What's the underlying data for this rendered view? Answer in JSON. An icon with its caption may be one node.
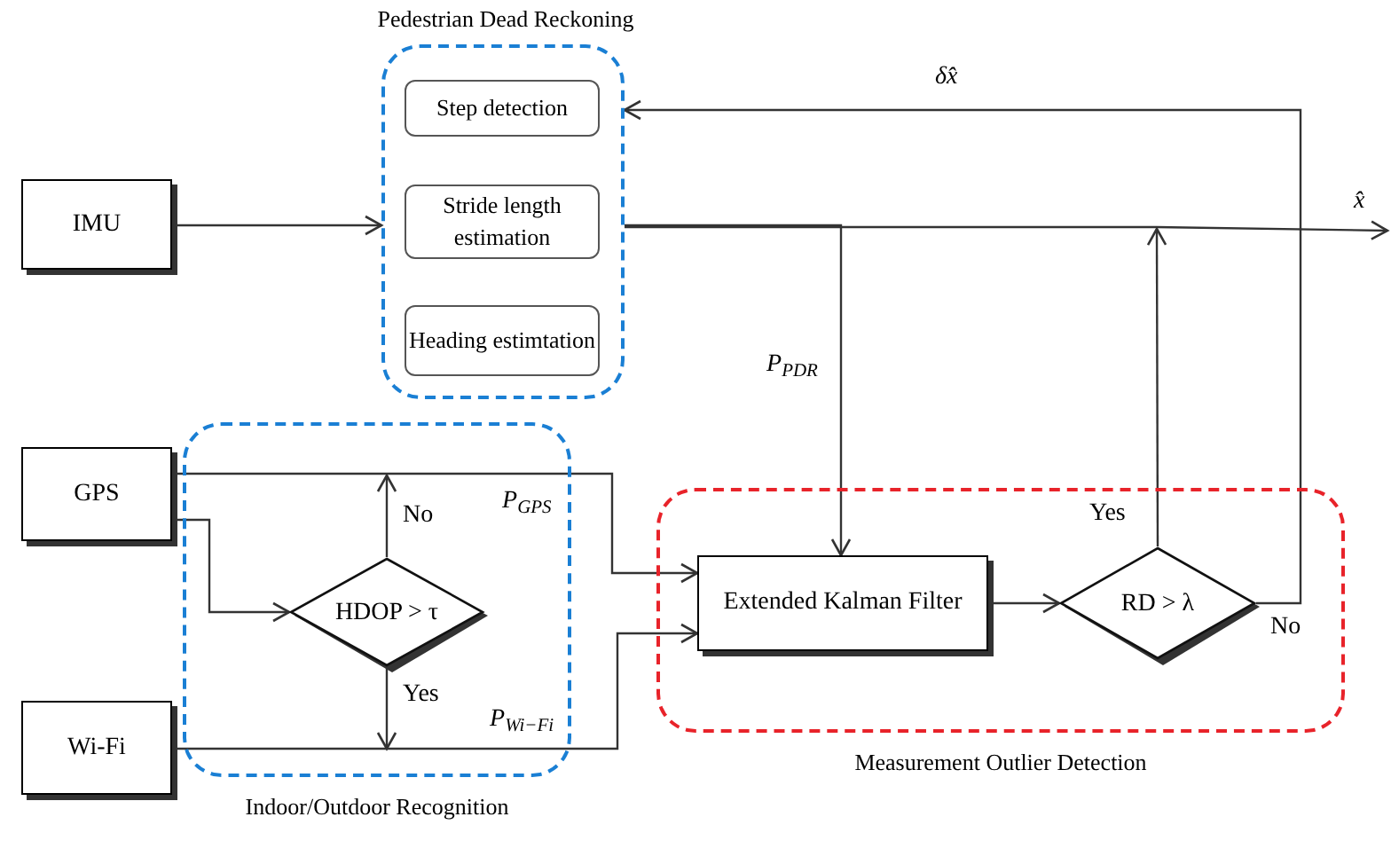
{
  "diagram": {
    "nodes": [
      {
        "text": [
          "Pedestrian Dead Reckoning"
        ]
      },
      {
        "text": [
          "Step detection"
        ],
        "in": 0
      },
      {
        "text": [
          "Stride length estimation"
        ],
        "in": 0
      },
      {
        "text": [
          "Heading estimtation"
        ],
        "in": 0
      },
      {
        "text": [
          "IMU"
        ]
      },
      {
        "text": [
          "Indoor/Outdoor Recognition"
        ]
      },
      {
        "text": [
          "GPS"
        ]
      },
      {
        "text": [
          "HDOP > τ"
        ],
        "in": 5
      },
      {
        "text": [
          "Wi-Fi"
        ]
      },
      {
        "text": [
          "Measurement Outlier Detection"
        ]
      },
      {
        "text": [
          "Extended Kalman Filter"
        ],
        "in": 9
      },
      {
        "text": [
          "RD > λ"
        ],
        "in": 9
      }
    ],
    "edges": [
      {
        "from": 4,
        "to": 0,
        "arrow": "to"
      },
      {
        "from": 0,
        "to": null,
        "arrow": "to",
        "label": "x̂"
      },
      {
        "from": 0,
        "to": 10,
        "arrow": "to",
        "label": "P$_{PDR}$"
      },
      {
        "from": 6,
        "to": 10,
        "arrow": "to",
        "label": "P$_{GPS}$"
      },
      {
        "from": 6,
        "to": 7,
        "arrow": "to"
      },
      {
        "from": 7,
        "to": null,
        "arrow": "to",
        "label": "No"
      },
      {
        "from": 7,
        "to": null,
        "arrow": "to",
        "label": "Yes"
      },
      {
        "from": 8,
        "to": 10,
        "arrow": "to",
        "label": "P$_{Wi−Fi}$"
      },
      {
        "from": 10,
        "to": 11,
        "arrow": "to"
      },
      {
        "from": 11,
        "to": null,
        "arrow": "to",
        "label": "Yes"
      },
      {
        "from": 11,
        "to": 0,
        "arrow": "to",
        "label": "δx̂"
      }
    ],
    "labels": [
      "No"
    ]
  }
}
